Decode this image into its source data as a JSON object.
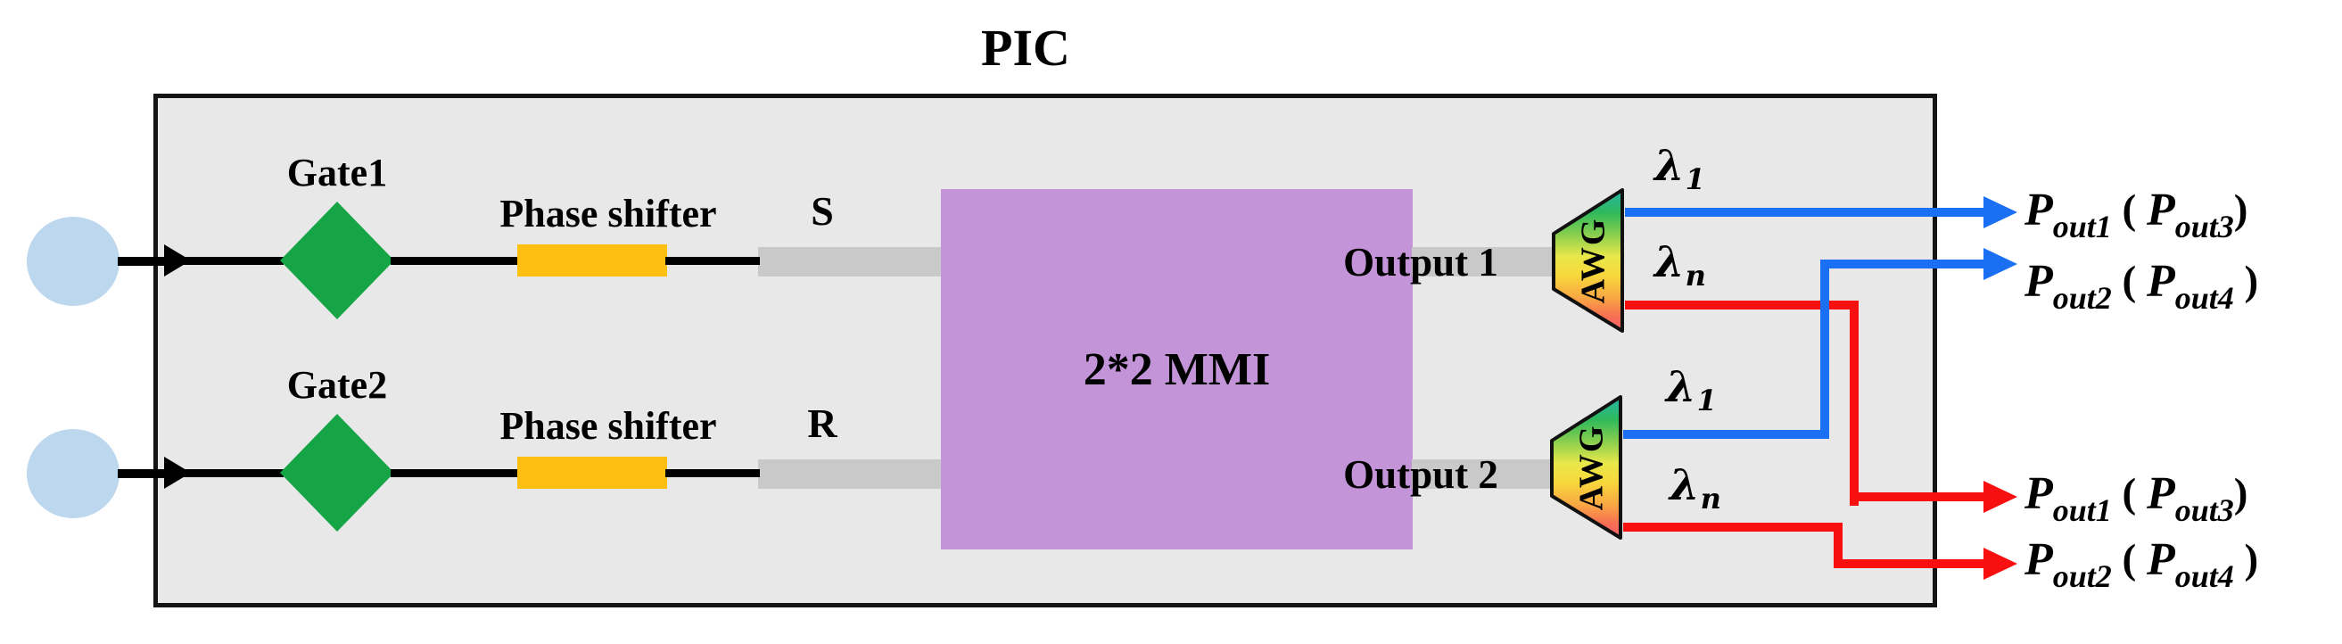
{
  "title": "PIC",
  "mmi_label": "2*2 MMI",
  "rows": [
    {
      "gate": "Gate1",
      "shifter": "Phase shifter",
      "port": "S",
      "output": "Output 1",
      "awg": "AWG",
      "lambda_first": {
        "sym": "λ",
        "sub": "1"
      },
      "lambda_last": {
        "sym": "λ",
        "sub": "n"
      }
    },
    {
      "gate": "Gate2",
      "shifter": "Phase shifter",
      "port": "R",
      "output": "Output 2",
      "awg": "AWG",
      "lambda_first": {
        "sym": "λ",
        "sub": "1"
      },
      "lambda_last": {
        "sym": "λ",
        "sub": "n"
      }
    }
  ],
  "out_labels": {
    "blue1": {
      "p1": "P",
      "s1": "out1",
      "mid": " ( ",
      "p2": "P",
      "s2": "out3",
      "end": ")"
    },
    "blue2": {
      "p1": "P",
      "s1": "out2",
      "mid": " ( ",
      "p2": "P",
      "s2": "out4",
      "end": " )"
    },
    "red1": {
      "p1": "P",
      "s1": "out1",
      "mid": " ( ",
      "p2": "P",
      "s2": "out3",
      "end": ")"
    },
    "red2": {
      "p1": "P",
      "s1": "out2",
      "mid": " ( ",
      "p2": "P",
      "s2": "out4",
      "end": " )"
    }
  },
  "colors": {
    "panel_bg": "#e9e8e8",
    "panel_border": "#141414",
    "waveguide_gray": "#c9c9c9",
    "gate_green": "#15a546",
    "shifter_amber": "#fdbf10",
    "mmi_purple": "#c394d8",
    "fiber_blue": "#bdd7ee",
    "line_blue": "#1a6ff2",
    "line_red": "#f80f0f",
    "wire_black": "#000000",
    "awg_gradient": [
      "#27b5ab",
      "#2eb95a",
      "#8ccf4e",
      "#e8e84a",
      "#f7d93c",
      "#f9a943",
      "#f76e52",
      "#f7606e"
    ]
  }
}
